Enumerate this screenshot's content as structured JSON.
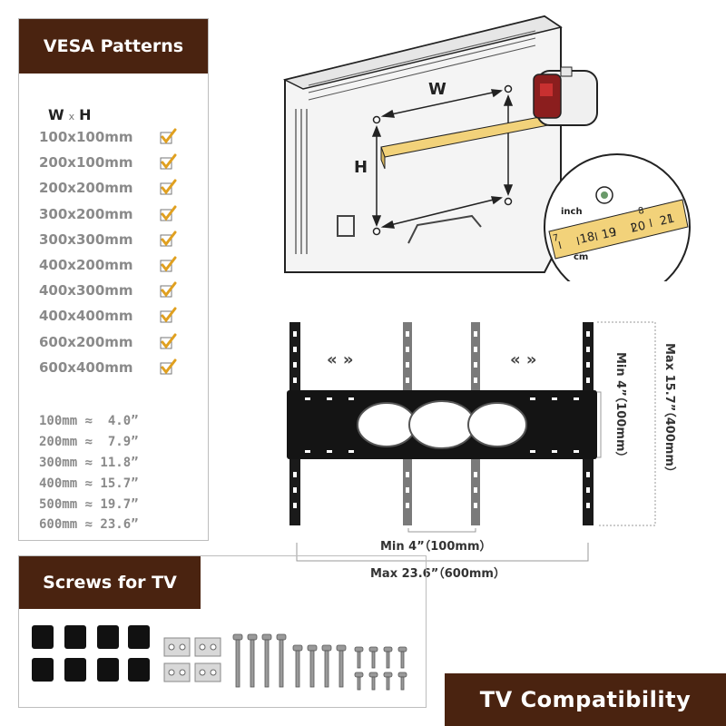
{
  "vesa_panel": {
    "title": "VESA Patterns",
    "w_label": "W",
    "x_label": "x",
    "h_label": "H",
    "patterns": [
      "100x100mm",
      "200x100mm",
      "200x200mm",
      "300x200mm",
      "300x300mm",
      "400x200mm",
      "400x300mm",
      "400x400mm",
      "600x200mm",
      "600x400mm"
    ],
    "conversions": [
      "100mm ≈  4.0”",
      "200mm ≈  7.9”",
      "300mm ≈ 11.8”",
      "400mm ≈ 15.7”",
      "500mm ≈ 19.7”",
      "600mm ≈ 23.6”"
    ]
  },
  "tv_diagram": {
    "w_label": "W",
    "h_label": "H",
    "inch_label": "inch",
    "cm_label": "cm",
    "ruler_numbers": [
      "18",
      "19",
      "20",
      "21"
    ],
    "ruler_small": [
      "7",
      "8"
    ]
  },
  "bracket": {
    "arrows_left": "«  »",
    "arrows_right": "«  »",
    "min_horizontal": "Min  4”（100mm）",
    "max_horizontal": "Max  23.6”（600mm）",
    "min_vertical": "Min  4”（100mm）",
    "max_vertical": "Max  15.7”（400mm）"
  },
  "screws_panel": {
    "title": "Screws for TV"
  },
  "footer": {
    "title": "TV  Compatibility"
  },
  "colors": {
    "brown": "#4a2310",
    "check": "#e0a020",
    "tape": "#f2d27a"
  }
}
